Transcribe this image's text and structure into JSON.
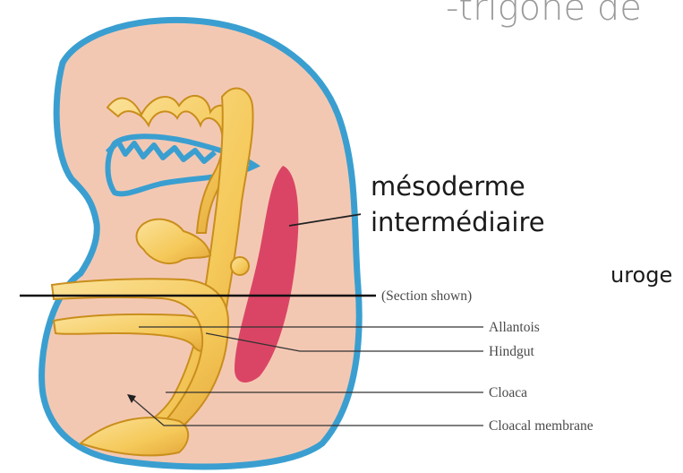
{
  "slide": {
    "title_fragment": "-trigone de",
    "overlay_label": {
      "line1": "mésoderme",
      "line2": "intermédiaire"
    },
    "partial_label": "uroge"
  },
  "figure": {
    "labels": {
      "section_shown": "(Section shown)",
      "allantois": "Allantois",
      "hindgut": "Hindgut",
      "cloaca": "Cloaca",
      "cloacal_membrane": "Cloacal membrane"
    }
  },
  "colors": {
    "embryo_outline": "#3a9fd0",
    "embryo_fill": "#f3c8b3",
    "gut_fill": "#f5cf6a",
    "gut_outline": "#c98e1c",
    "intermediate_mesoderm": "#d8365c",
    "title_gray": "#9a9a9a"
  }
}
